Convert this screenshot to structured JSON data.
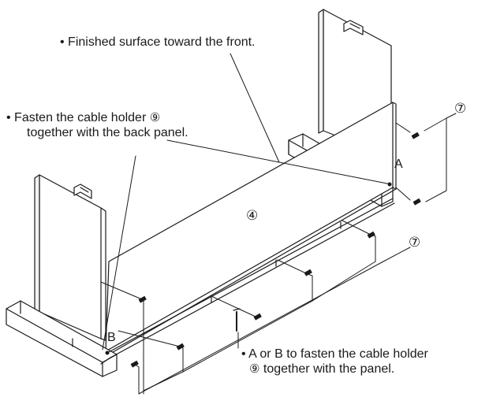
{
  "callouts": {
    "finished_surface": "• Finished surface toward the front.",
    "fasten_line1": "• Fasten the cable holder",
    "fasten_num": "⑨",
    "fasten_line2": "together with the back panel.",
    "ab_line1": "• A or B to fasten the cable holder",
    "ab_num": "⑨",
    "ab_line2": "together with the panel."
  },
  "labels": {
    "letter_a": "A",
    "letter_b": "B",
    "part_back_panel": "④",
    "part_screws_top": "⑦",
    "part_screws_bottom": "⑦"
  },
  "colors": {
    "line": "#1a1a1a",
    "fill": "#ffffff",
    "shade": "#f2f2f2"
  }
}
